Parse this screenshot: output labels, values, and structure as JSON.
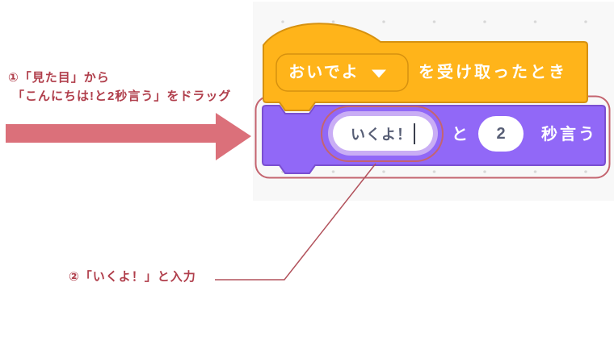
{
  "annotations": {
    "step1_line1": "①「見た目」から",
    "step1_line2": "「こんにちは!と2秒言う」をドラッグ",
    "step2": "②「いくよ！」と入力",
    "text_color": "#b03e4b",
    "outline_color": "#c4646f",
    "arrow_color": "#db707a"
  },
  "workspace": {
    "background": "#f8f8f8",
    "hat_block": {
      "category": "events",
      "dropdown_value": "おいでよ",
      "label": "を受け取ったとき",
      "fill": "#ffb41a",
      "border": "#d6910f"
    },
    "say_block": {
      "category": "looks",
      "message_value": "いくよ！",
      "connector_label": "と",
      "seconds_value": "2",
      "label_suffix": "秒言う",
      "fill": "#9168f7",
      "border": "#7a4fd1",
      "focus_glow": "#c9adf5",
      "field_text_color": "#575e75"
    },
    "icons": {
      "dropdown_caret": "dropdown-caret-icon",
      "text_cursor": "text-cursor"
    }
  }
}
